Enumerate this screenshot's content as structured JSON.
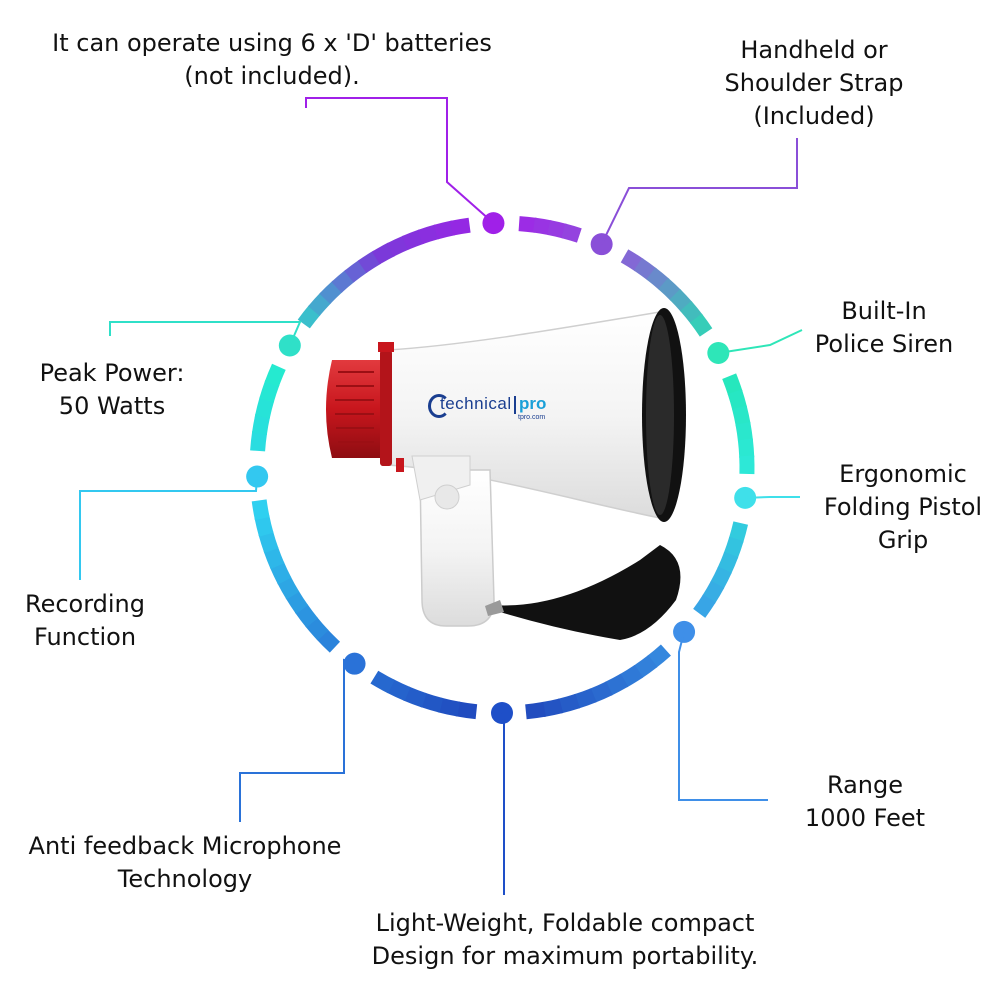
{
  "features": [
    {
      "id": "batteries",
      "lines": [
        "It can operate using 6 x 'D' batteries",
        "(not included)."
      ],
      "color": "#9b34e0"
    },
    {
      "id": "strap",
      "lines": [
        "Handheld or",
        "Shoulder Strap",
        "(Included)"
      ],
      "color": "#8a4fd8"
    },
    {
      "id": "siren",
      "lines": [
        "Built-In",
        "Police Siren"
      ],
      "color": "#2ee6b8"
    },
    {
      "id": "grip",
      "lines": [
        "Ergonomic",
        "Folding Pistol",
        "Grip"
      ],
      "color": "#3fe0ea"
    },
    {
      "id": "range",
      "lines": [
        "Range",
        "1000 Feet"
      ],
      "color": "#3f8fe8"
    },
    {
      "id": "design",
      "lines": [
        "Light-Weight, Foldable compact",
        "Design for maximum portability."
      ],
      "color": "#1e4fc8"
    },
    {
      "id": "antifeedback",
      "lines": [
        "Anti feedback Microphone",
        "Technology"
      ],
      "color": "#2a72d8"
    },
    {
      "id": "recording",
      "lines": [
        "Recording",
        "Function"
      ],
      "color": "#33c8f0"
    },
    {
      "id": "peak-power",
      "lines": [
        "Peak Power:",
        "50 Watts"
      ],
      "color": "#2fe0c8"
    }
  ],
  "product": {
    "brand_main": "technical",
    "brand_accent": "pro",
    "brand_sub": "tpro.com"
  },
  "colors": {
    "ring_top": "#a020e8",
    "ring_right": "#20f0c0",
    "ring_bottom": "#1d3fb8",
    "ring_left": "#20f0d0",
    "megaphone_body": "#ffffff",
    "megaphone_red": "#c8161d",
    "strap": "#111111"
  }
}
